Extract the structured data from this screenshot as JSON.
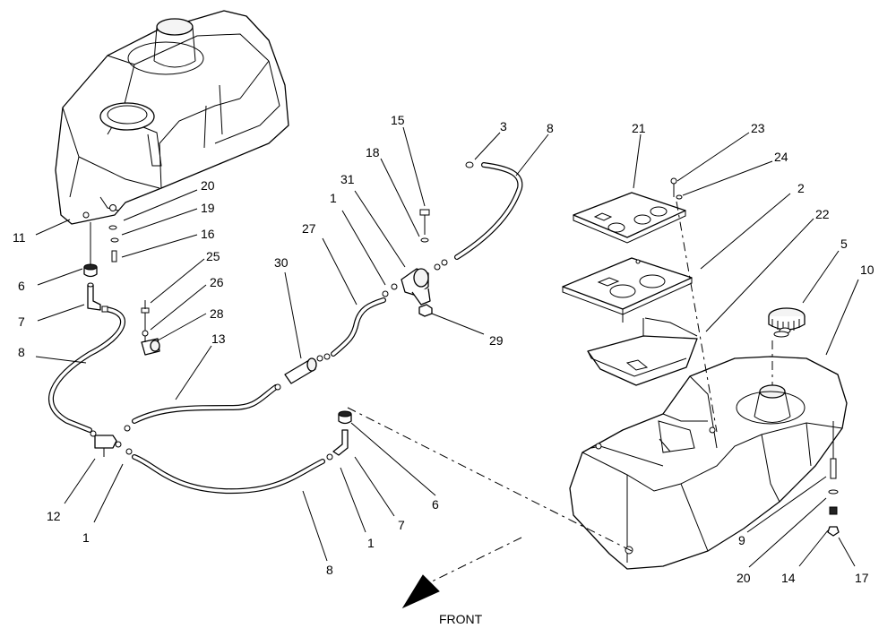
{
  "diagram": {
    "direction_label": "FRONT",
    "callouts": [
      {
        "id": "c-11",
        "text": "11"
      },
      {
        "id": "c-20a",
        "text": "20"
      },
      {
        "id": "c-19",
        "text": "19"
      },
      {
        "id": "c-16",
        "text": "16"
      },
      {
        "id": "c-6a",
        "text": "6"
      },
      {
        "id": "c-7a",
        "text": "7"
      },
      {
        "id": "c-8a",
        "text": "8"
      },
      {
        "id": "c-25",
        "text": "25"
      },
      {
        "id": "c-26",
        "text": "26"
      },
      {
        "id": "c-28",
        "text": "28"
      },
      {
        "id": "c-13",
        "text": "13"
      },
      {
        "id": "c-12",
        "text": "12"
      },
      {
        "id": "c-1a",
        "text": "1"
      },
      {
        "id": "c-30",
        "text": "30"
      },
      {
        "id": "c-27",
        "text": "27"
      },
      {
        "id": "c-1b",
        "text": "1"
      },
      {
        "id": "c-31",
        "text": "31"
      },
      {
        "id": "c-18",
        "text": "18"
      },
      {
        "id": "c-15",
        "text": "15"
      },
      {
        "id": "c-3",
        "text": "3"
      },
      {
        "id": "c-8b",
        "text": "8"
      },
      {
        "id": "c-29",
        "text": "29"
      },
      {
        "id": "c-8c",
        "text": "8"
      },
      {
        "id": "c-1c",
        "text": "1"
      },
      {
        "id": "c-7b",
        "text": "7"
      },
      {
        "id": "c-6b",
        "text": "6"
      },
      {
        "id": "c-21",
        "text": "21"
      },
      {
        "id": "c-23",
        "text": "23"
      },
      {
        "id": "c-24",
        "text": "24"
      },
      {
        "id": "c-2",
        "text": "2"
      },
      {
        "id": "c-22",
        "text": "22"
      },
      {
        "id": "c-5",
        "text": "5"
      },
      {
        "id": "c-10",
        "text": "10"
      },
      {
        "id": "c-9",
        "text": "9"
      },
      {
        "id": "c-20b",
        "text": "20"
      },
      {
        "id": "c-14",
        "text": "14"
      },
      {
        "id": "c-17",
        "text": "17"
      }
    ]
  }
}
